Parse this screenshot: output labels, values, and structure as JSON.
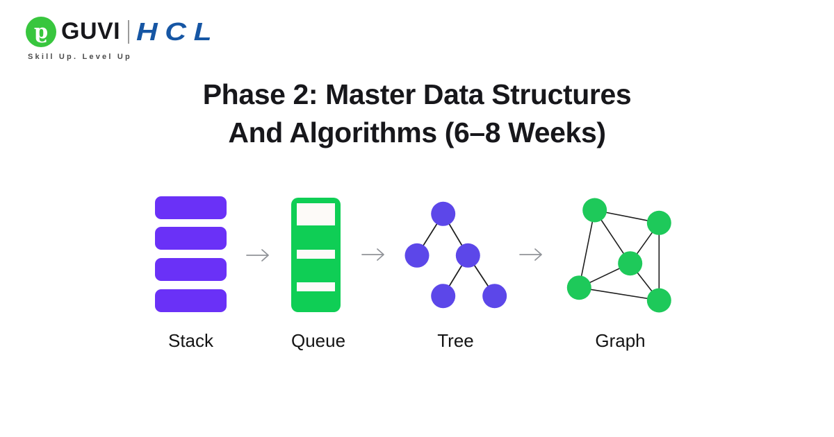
{
  "header": {
    "logo_glyph": "g",
    "brand_primary": "GUVI",
    "brand_secondary": "HCL",
    "tagline": "Skill Up. Level Up"
  },
  "title": {
    "line1": "Phase 2: Master Data Structures",
    "line2": "And Algorithms (6–8 Weeks)"
  },
  "figures": [
    {
      "id": "stack",
      "label": "Stack"
    },
    {
      "id": "queue",
      "label": "Queue"
    },
    {
      "id": "tree",
      "label": "Tree"
    },
    {
      "id": "graph",
      "label": "Graph"
    }
  ],
  "flow": {
    "arrow_glyph": "→",
    "arrow_count": 3
  },
  "colors": {
    "stack_purple": "#6A31F7",
    "tree_purple": "#5C47E9",
    "queue_green": "#0FCE55",
    "queue_slot_white": "#FDFAF8",
    "graph_green": "#1EC95A",
    "guvi_logo_green": "#38C63E",
    "hcl_blue": "#1656A4",
    "arrow_gray": "#909398",
    "edge_line": "#1E1E1E",
    "text_dark": "#17171B",
    "tagline_gray": "#4B4B4B",
    "background": "#FFFFFF"
  }
}
